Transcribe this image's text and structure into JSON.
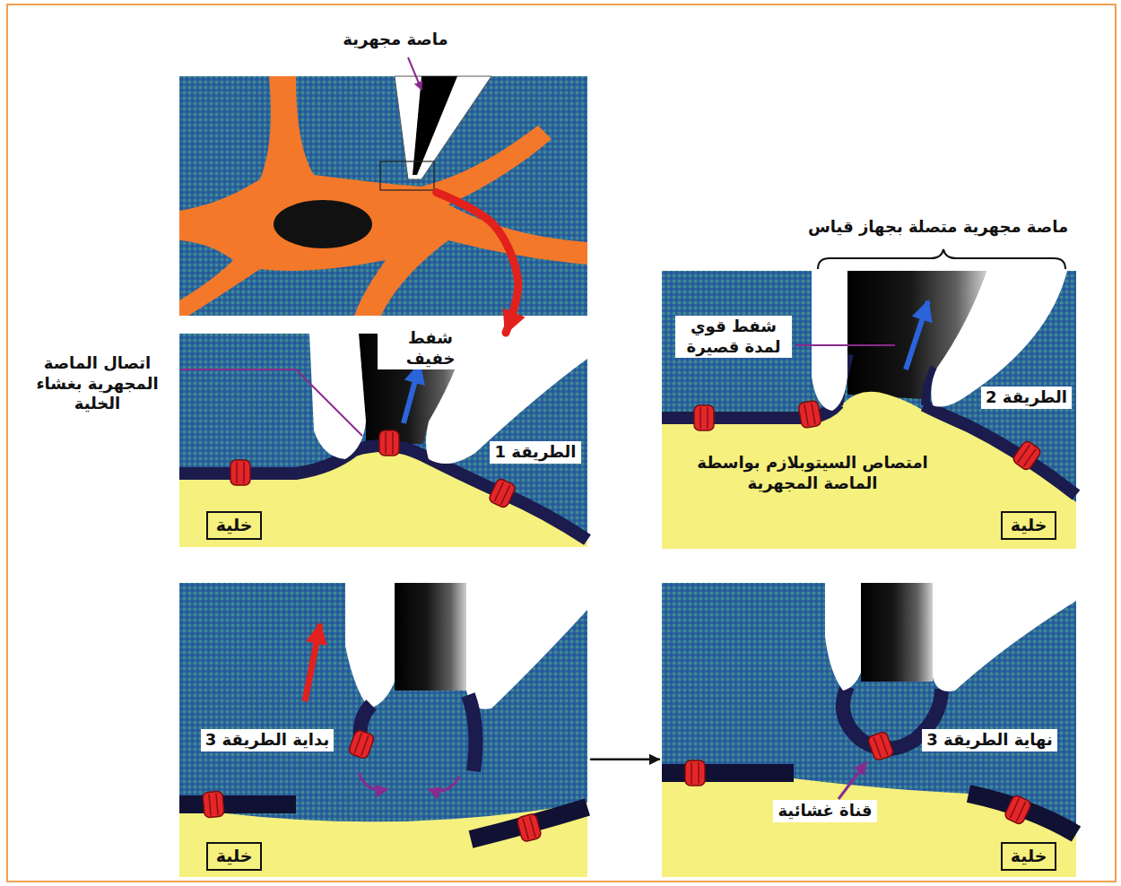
{
  "diagram": {
    "nodes": [
      {
        "text": [
          "ماصة مجهرية"
        ]
      },
      {
        "text": [
          "شفط خفيف",
          "اتصال الماصة المجهرية بغشاء الخلية",
          "الطريقة 1"
        ]
      },
      {
        "text": [
          "خلية"
        ],
        "in": 1
      },
      {
        "text": [
          "ماصة مجهرية متصلة بجهاز قياس",
          "شفط قوي لمدة قصيرة",
          "الطريقة 2",
          "امتصاص السيتوبلازم بواسطة الماصة المجهرية"
        ]
      },
      {
        "text": [
          "خلية"
        ],
        "in": 3
      },
      {
        "text": [
          "بداية الطريقة 3"
        ]
      },
      {
        "text": [
          "خلية"
        ],
        "in": 5
      },
      {
        "text": [
          "نهاية الطريقة 3",
          "قناة غشائية"
        ]
      },
      {
        "text": [
          "خلية"
        ],
        "in": 7
      }
    ],
    "edges": [
      {
        "from": 0,
        "to": 1,
        "arrow": "to"
      },
      {
        "from": 5,
        "to": 7,
        "arrow": "to"
      }
    ]
  }
}
